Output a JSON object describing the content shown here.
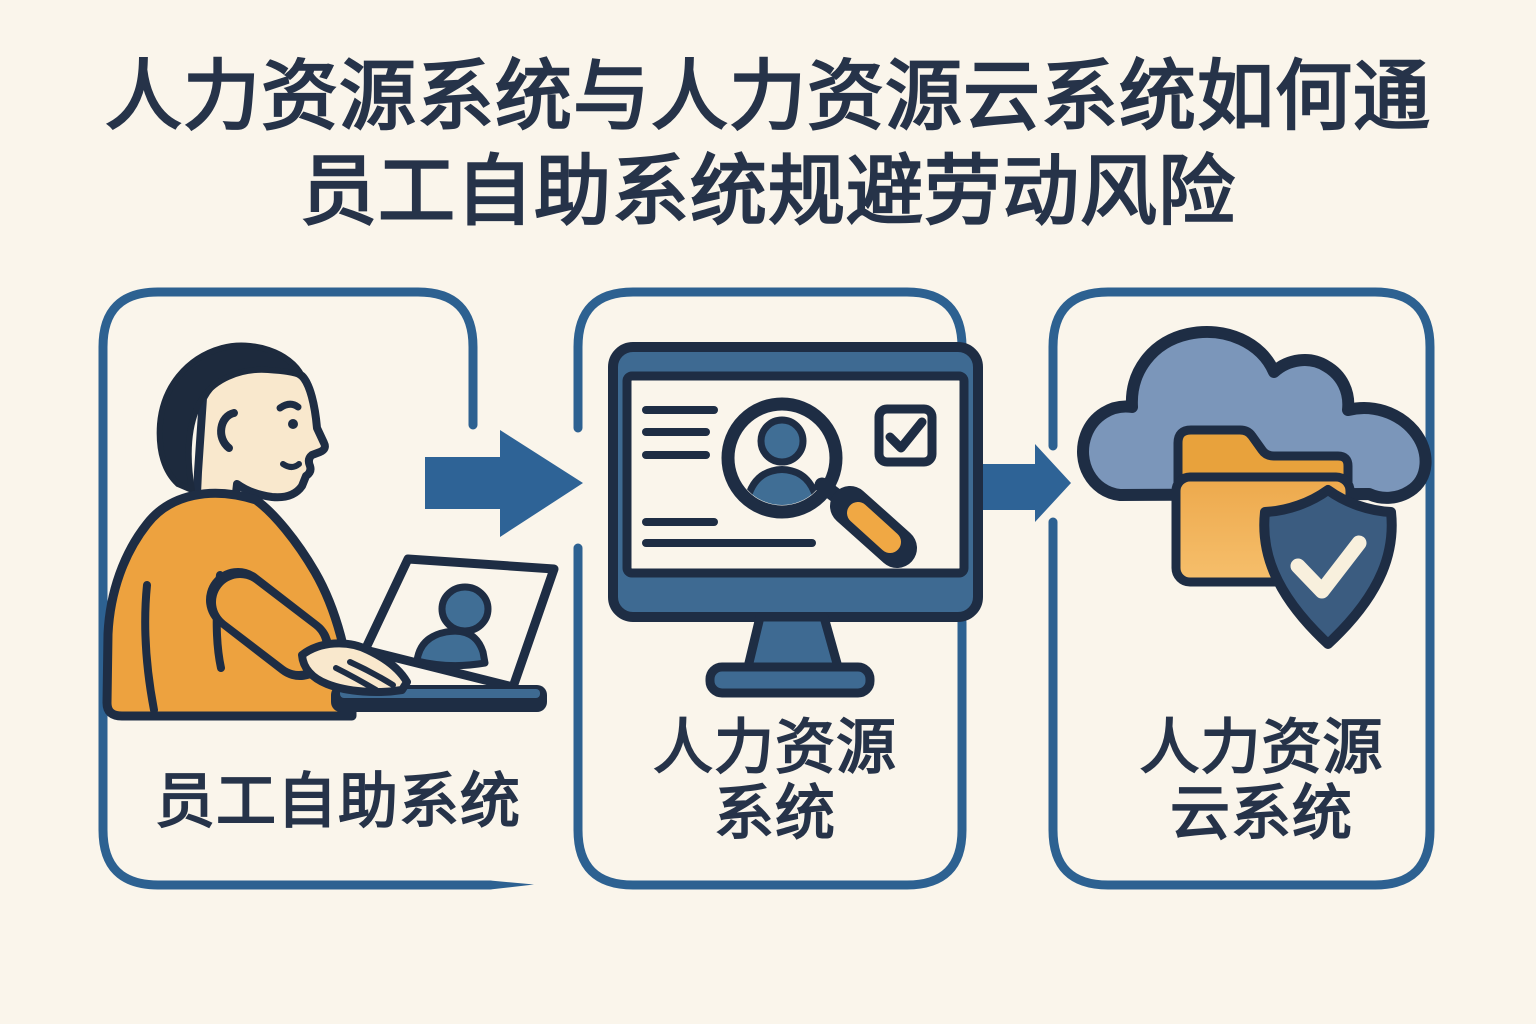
{
  "title": {
    "line1": "人力资源系统与人力资源云系统如何通",
    "line2": "员工自助系统规避劳动风险"
  },
  "cards": [
    {
      "name": "employee-self-service",
      "label_line1": "员工自助系统",
      "label_line2": "",
      "icon": "person-at-laptop-icon"
    },
    {
      "name": "hr-system",
      "label_line1": "人力资源",
      "label_line2": "系统",
      "icon": "monitor-profile-search-icon"
    },
    {
      "name": "hr-cloud-system",
      "label_line1": "人力资源",
      "label_line2": "云系统",
      "icon": "cloud-folder-shield-icon"
    }
  ],
  "connectors": [
    {
      "name": "arrow-right-icon",
      "from": "employee-self-service",
      "to": "hr-system"
    },
    {
      "name": "arrow-right-icon",
      "from": "hr-system",
      "to": "hr-cloud-system"
    }
  ],
  "colors": {
    "background": "#FAF5EB",
    "text_navy": "#263349",
    "card_border": "#2D6191",
    "arrow_blue": "#2E6396",
    "steel_blue": "#3E6A92",
    "outline_navy": "#1E2D44",
    "sweater_orange": "#EDA23F",
    "folder_tab_orange": "#E8A23C",
    "folder_body_orange": "#F5BB66",
    "magnifier_handle_orange": "#F0A844",
    "cloud_slate": "#7B96BA",
    "shield_blue": "#3B5C80",
    "skin": "#F9E8CD",
    "hair_navy": "#1D2A3D",
    "check_cream": "#F8F0DD"
  }
}
